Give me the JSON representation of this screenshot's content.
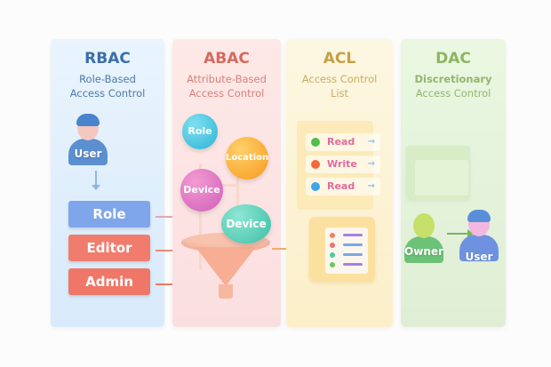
{
  "columns": [
    {
      "id": "rbac",
      "title": "RBAC",
      "subtitle": [
        "Role-Based",
        "Access Control"
      ],
      "accent": "#3a6ea8",
      "user_label": "User",
      "roles": [
        {
          "label": "Role",
          "color": "#7fa6ea"
        },
        {
          "label": "Editor",
          "color": "#f17c6e"
        },
        {
          "label": "Admin",
          "color": "#f07767"
        }
      ]
    },
    {
      "id": "abac",
      "title": "ABAC",
      "subtitle": [
        "Attribute-Based",
        "Access Control"
      ],
      "accent": "#d46a5e",
      "attributes": [
        {
          "label": "Role",
          "color": "#3fc0dd"
        },
        {
          "label": "Location",
          "color": "#f8ab2c"
        },
        {
          "label": "Device",
          "color": "#d86cbc"
        },
        {
          "label": "Device",
          "color": "#4cc7ae"
        }
      ],
      "funnel_color": "#f7b5a0"
    },
    {
      "id": "acl",
      "title": "ACL",
      "subtitle": [
        "Access Control",
        "List"
      ],
      "accent": "#c6a046",
      "entries": [
        {
          "label": "Read",
          "dot_color": "#4fbe4f"
        },
        {
          "label": "Write",
          "dot_color": "#f06a3a"
        },
        {
          "label": "Read",
          "dot_color": "#3fa4e8"
        }
      ]
    },
    {
      "id": "dac",
      "title": "DAC",
      "subtitle": [
        "Discretionary",
        "Access Control"
      ],
      "accent": "#8fb462",
      "owner_label": "Owner",
      "user_label": "User"
    }
  ]
}
